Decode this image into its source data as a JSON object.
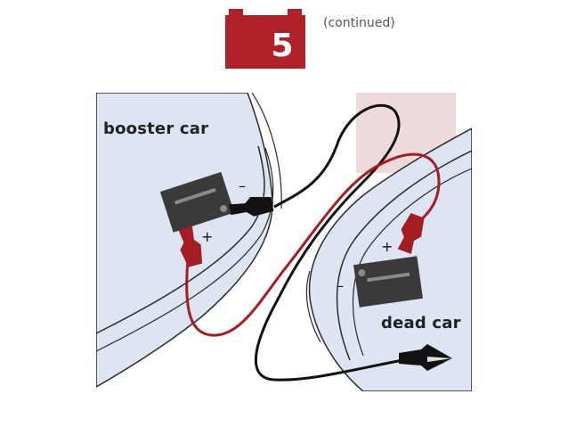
{
  "header": {
    "step_number": "5",
    "continued_text": "(continued)"
  },
  "labels": {
    "booster_car": "booster car",
    "dead_car": "dead car",
    "positive_symbol": "+",
    "negative_symbol": "–"
  },
  "colors": {
    "brand_red": "#b0212a",
    "cable_red": "#a31e23",
    "cable_black": "#111111",
    "car_body": "#dde4f2",
    "battery": "#3a3a3a",
    "highlight_pink": "#eedadb"
  }
}
